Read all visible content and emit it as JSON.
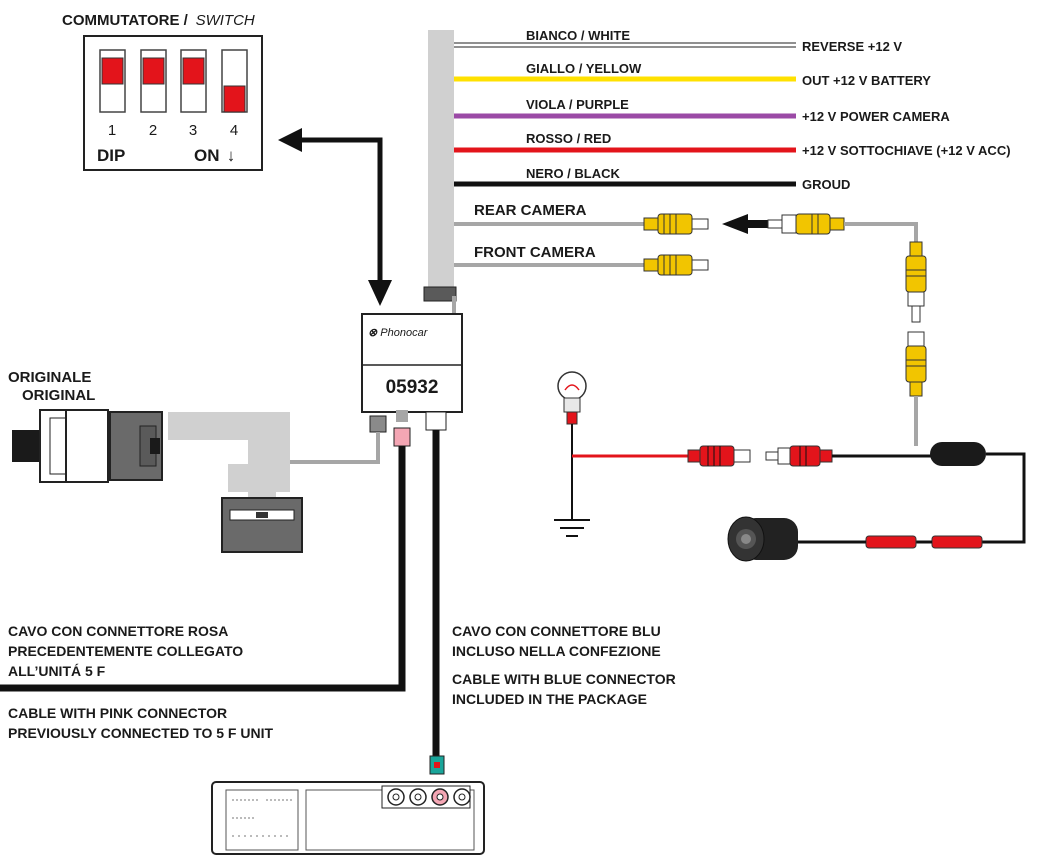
{
  "switch": {
    "title": "COMMUTATORE /",
    "title_italic": "SWITCH",
    "positions": [
      "1",
      "2",
      "3",
      "4"
    ],
    "dip_label": "DIP",
    "on_label": "ON",
    "on_arrow": "↓"
  },
  "wires": [
    {
      "name": "BIANCO / WHITE",
      "function": "REVERSE +12 V",
      "color": "#ffffff"
    },
    {
      "name": "GIALLO / YELLOW",
      "function": "OUT +12 V BATTERY",
      "color": "#ffe100"
    },
    {
      "name": "VIOLA / PURPLE",
      "function": "+12 V POWER CAMERA",
      "color": "#9b4aa6"
    },
    {
      "name": "ROSSO / RED",
      "function": "+12 V SOTTOCHIAVE (+12 V ACC)",
      "color": "#e3141b"
    },
    {
      "name": "NERO / BLACK",
      "function": "GROUD",
      "color": "#111111"
    }
  ],
  "rear_camera": "REAR CAMERA",
  "front_camera": "FRONT CAMERA",
  "module": {
    "brand": "Phonocar",
    "code": "05932"
  },
  "original": {
    "line1": "ORIGINALE",
    "line2": "ORIGINAL"
  },
  "pink_cable": {
    "it": [
      "CAVO CON CONNETTORE ROSA",
      "PRECEDENTEMENTE COLLEGATO",
      "ALL’UNITÁ 5 F"
    ],
    "en": [
      "CABLE WITH PINK CONNECTOR",
      "PREVIOUSLY CONNECTED TO 5 F UNIT"
    ]
  },
  "blue_cable": {
    "it": [
      "CAVO CON CONNETTORE BLU",
      "INCLUSO NELLA CONFEZIONE"
    ],
    "en": [
      "CABLE WITH BLUE CONNECTOR",
      "INCLUDED IN THE PACKAGE"
    ]
  },
  "colors": {
    "rca_yellow": "#f2c500",
    "dip_red": "#e3141b",
    "cable_grey": "#a6a6a6",
    "ribbon_grey": "#d0d0d0",
    "connector_dark": "#5a5a5a",
    "pink_connector": "#f4a6b4",
    "teal_connector": "#1aa59a"
  }
}
